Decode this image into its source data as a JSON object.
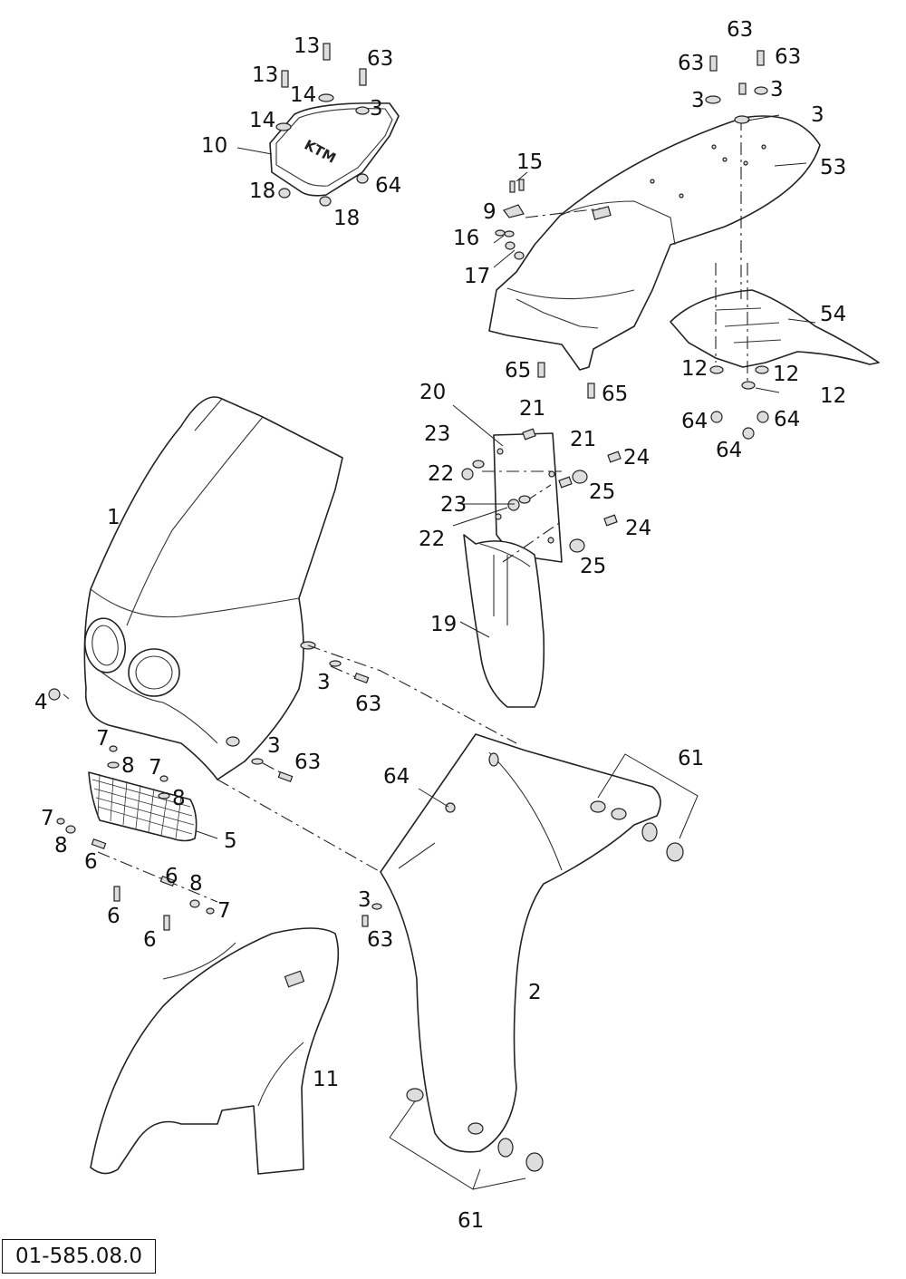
{
  "diagram": {
    "document_number": "01-585.08.0",
    "callouts": [
      {
        "id": "c13a",
        "text": "13"
      },
      {
        "id": "c13b",
        "text": "13"
      },
      {
        "id": "c14a",
        "text": "14"
      },
      {
        "id": "c14b",
        "text": "14"
      },
      {
        "id": "c63a",
        "text": "63"
      },
      {
        "id": "c3a",
        "text": "3"
      },
      {
        "id": "c10",
        "text": "10"
      },
      {
        "id": "c18a",
        "text": "18"
      },
      {
        "id": "c18b",
        "text": "18"
      },
      {
        "id": "c64a",
        "text": "64"
      },
      {
        "id": "c63b",
        "text": "63"
      },
      {
        "id": "c63c",
        "text": "63"
      },
      {
        "id": "c63d",
        "text": "63"
      },
      {
        "id": "c3b",
        "text": "3"
      },
      {
        "id": "c3c",
        "text": "3"
      },
      {
        "id": "c3d",
        "text": "3"
      },
      {
        "id": "c53",
        "text": "53"
      },
      {
        "id": "c15",
        "text": "15"
      },
      {
        "id": "c9",
        "text": "9"
      },
      {
        "id": "c16",
        "text": "16"
      },
      {
        "id": "c17",
        "text": "17"
      },
      {
        "id": "c54",
        "text": "54"
      },
      {
        "id": "c65a",
        "text": "65"
      },
      {
        "id": "c65b",
        "text": "65"
      },
      {
        "id": "c12a",
        "text": "12"
      },
      {
        "id": "c12b",
        "text": "12"
      },
      {
        "id": "c12c",
        "text": "12"
      },
      {
        "id": "c64b",
        "text": "64"
      },
      {
        "id": "c64c",
        "text": "64"
      },
      {
        "id": "c64d",
        "text": "64"
      },
      {
        "id": "c20",
        "text": "20"
      },
      {
        "id": "c21a",
        "text": "21"
      },
      {
        "id": "c21b",
        "text": "21"
      },
      {
        "id": "c23a",
        "text": "23"
      },
      {
        "id": "c24a",
        "text": "24"
      },
      {
        "id": "c22a",
        "text": "22"
      },
      {
        "id": "c25a",
        "text": "25"
      },
      {
        "id": "c23b",
        "text": "23"
      },
      {
        "id": "c24b",
        "text": "24"
      },
      {
        "id": "c22b",
        "text": "22"
      },
      {
        "id": "c25b",
        "text": "25"
      },
      {
        "id": "c19",
        "text": "19"
      },
      {
        "id": "c1",
        "text": "1"
      },
      {
        "id": "c4",
        "text": "4"
      },
      {
        "id": "c3e",
        "text": "3"
      },
      {
        "id": "c63e",
        "text": "63"
      },
      {
        "id": "c7a",
        "text": "7"
      },
      {
        "id": "c8a",
        "text": "8"
      },
      {
        "id": "c7b",
        "text": "7"
      },
      {
        "id": "c8b",
        "text": "8"
      },
      {
        "id": "c3f",
        "text": "3"
      },
      {
        "id": "c63f",
        "text": "63"
      },
      {
        "id": "c64e",
        "text": "64"
      },
      {
        "id": "c61a",
        "text": "61"
      },
      {
        "id": "c7c",
        "text": "7"
      },
      {
        "id": "c8c",
        "text": "8"
      },
      {
        "id": "c5",
        "text": "5"
      },
      {
        "id": "c6a",
        "text": "6"
      },
      {
        "id": "c6b",
        "text": "6"
      },
      {
        "id": "c8d",
        "text": "8"
      },
      {
        "id": "c7d",
        "text": "7"
      },
      {
        "id": "c6c",
        "text": "6"
      },
      {
        "id": "c6d",
        "text": "6"
      },
      {
        "id": "c3g",
        "text": "3"
      },
      {
        "id": "c63g",
        "text": "63"
      },
      {
        "id": "c2",
        "text": "2"
      },
      {
        "id": "c11",
        "text": "11"
      },
      {
        "id": "c61b",
        "text": "61"
      }
    ]
  }
}
